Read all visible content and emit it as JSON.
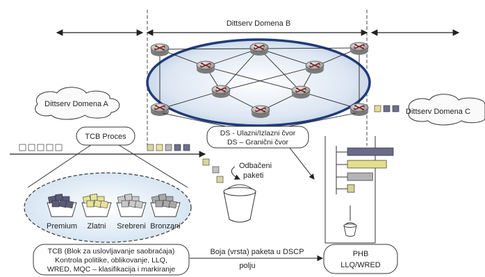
{
  "domain_b": {
    "label": "Dittserv Domena B"
  },
  "domain_a": {
    "label": "Dittserv Domena A"
  },
  "domain_c": {
    "label": "Dittserv Domena C"
  },
  "tcb_process": {
    "label": "TCB Proces"
  },
  "node_callout": {
    "line1": "DS - Ulazni/Izlazni čvor",
    "line2": "DS – Granični čvor"
  },
  "dropped": {
    "line1": "Odbačeni",
    "line2": "paketi"
  },
  "classes": [
    {
      "name": "Premium",
      "color": "#5b5a78"
    },
    {
      "name": "Zlatni",
      "color": "#e6e29a"
    },
    {
      "name": "Srebreni",
      "color": "#c9c9c9"
    },
    {
      "name": "Bronzani",
      "color": "#a9a9a9"
    }
  ],
  "tcb_description": {
    "line1": "TCB (Blok za uslovljavanje saobraćaja)",
    "line2": "Kontrola politike, oblikovanje, LLQ,",
    "line3": "WRED, MQC – klasifikacija i markiranje"
  },
  "dscp": {
    "line1": "Boja (vrsta) paketa u DSCP",
    "line2": "polju"
  },
  "phb": {
    "line1": "PHB",
    "line2": "LLQ/WRED"
  },
  "queue_bars": [
    {
      "color": "#6b6a8c",
      "level": 1.0
    },
    {
      "color": "#e3e08a",
      "level": 0.85
    },
    {
      "color": "#b4b4b4",
      "level": 0.55
    },
    {
      "color": "#d6d39a",
      "level": 0.15
    }
  ]
}
